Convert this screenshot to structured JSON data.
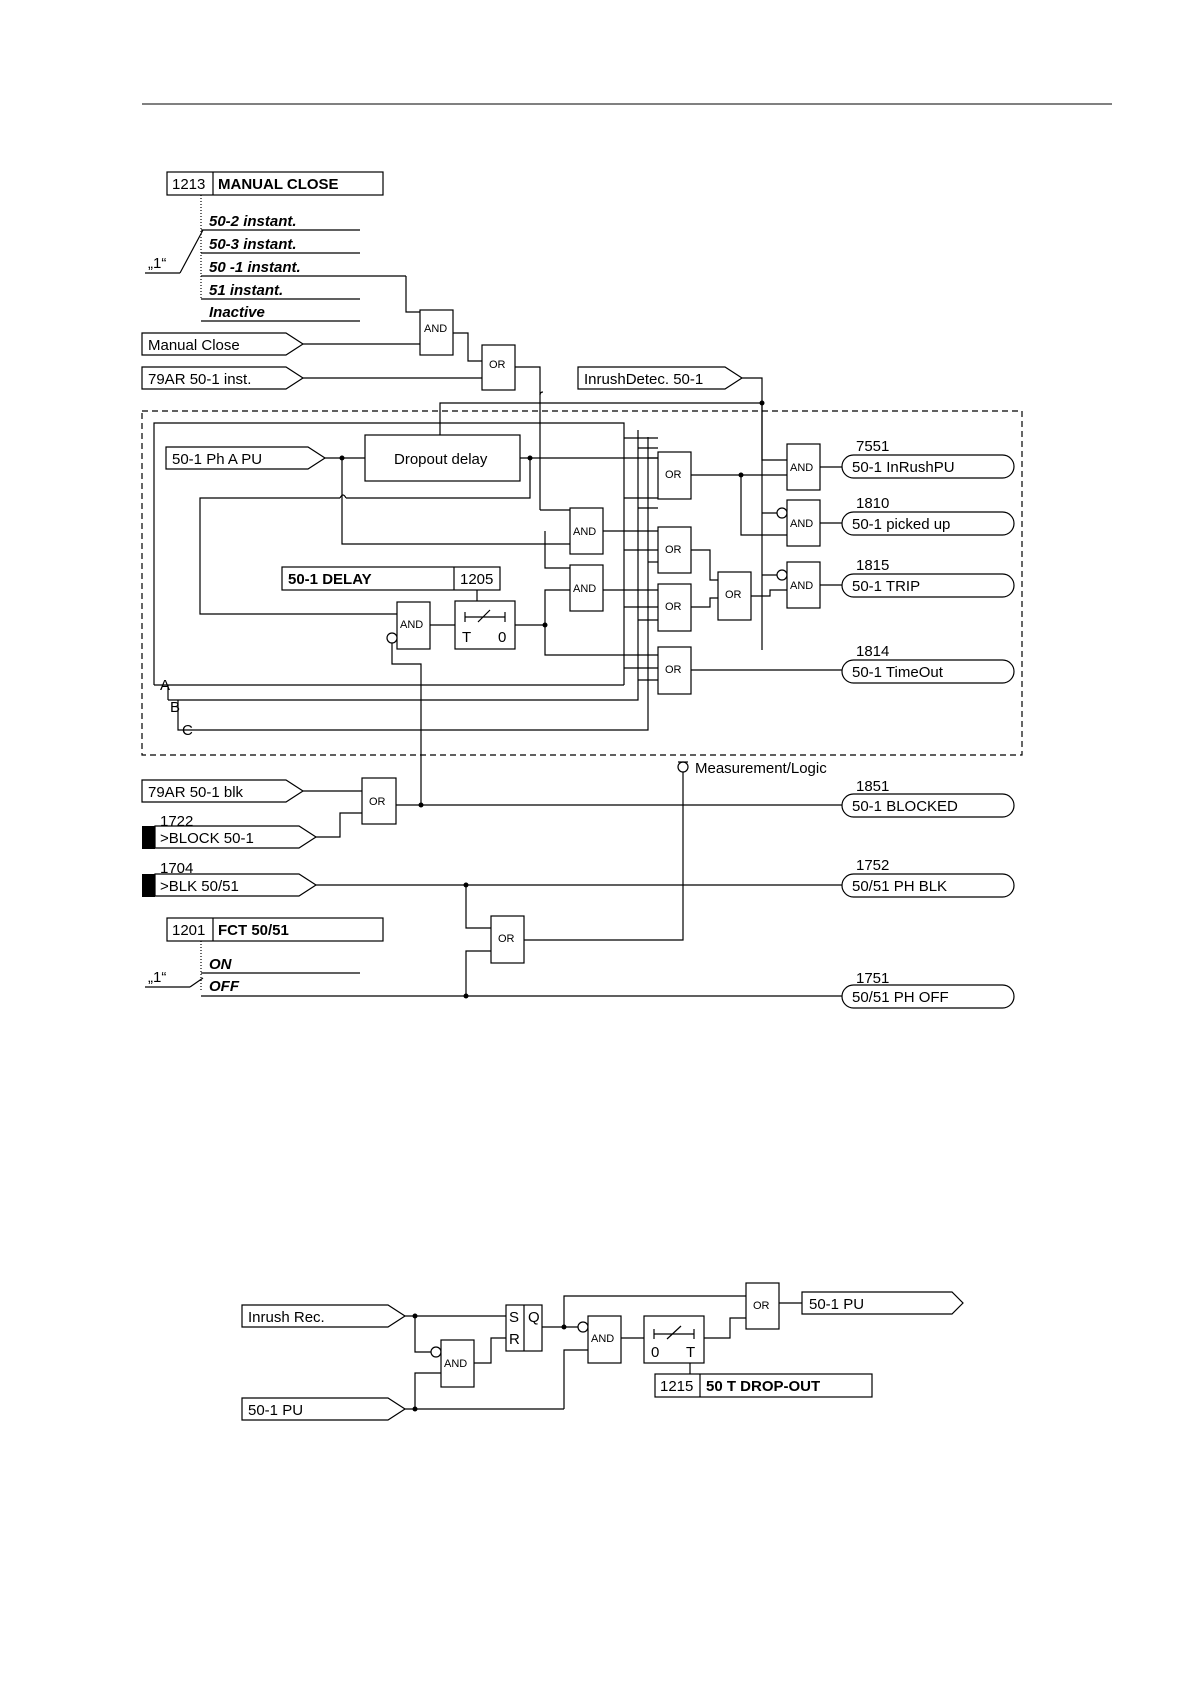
{
  "fig1": {
    "manual_close": {
      "addr": "1213",
      "name": "MANUAL CLOSE"
    },
    "mc_one": "„1“",
    "mc_options": [
      "50-2 instant.",
      "50-3 instant.",
      "50 -1 instant.",
      "51 instant.",
      "Inactive"
    ],
    "inputs": {
      "manual_close": "Manual Close",
      "ar_inst": "79AR 50-1 inst.",
      "inrush_detect": "InrushDetec. 50-1",
      "ph_a_pu": "50-1 Ph A PU",
      "ar_blk": "79AR 50-1 blk",
      "block_addr": "1722",
      "block": ">BLOCK 50-1",
      "blk5051_addr": "1704",
      "blk5051": ">BLK 50/51"
    },
    "dropout": "Dropout delay",
    "delay": {
      "name": "50-1 DELAY",
      "addr": "1205"
    },
    "timer": {
      "t": "T",
      "zero": "0"
    },
    "phases": [
      "A",
      "B",
      "C"
    ],
    "fct": {
      "addr": "1201",
      "name": "FCT 50/51"
    },
    "fct_one": "„1“",
    "fct_options": [
      "ON",
      "OFF"
    ],
    "measurement": "Measurement/Logic",
    "outputs": [
      {
        "addr": "7551",
        "name": "50-1 InRushPU"
      },
      {
        "addr": "1810",
        "name": "50-1 picked up"
      },
      {
        "addr": "1815",
        "name": "50-1 TRIP"
      },
      {
        "addr": "1814",
        "name": "50-1 TimeOut"
      },
      {
        "addr": "1851",
        "name": "50-1 BLOCKED"
      },
      {
        "addr": "1752",
        "name": "50/51 PH BLK"
      },
      {
        "addr": "1751",
        "name": "50/51 PH OFF"
      }
    ],
    "gates": {
      "and": "AND",
      "or": "OR"
    }
  },
  "fig2": {
    "inputs": {
      "inrush": "Inrush Rec.",
      "pu": "50-1 PU"
    },
    "ff": {
      "s": "S",
      "r": "R",
      "q": "Q"
    },
    "timer": {
      "zero": "0",
      "t": "T"
    },
    "dropout": {
      "addr": "1215",
      "name": "50 T DROP-OUT"
    },
    "output": "50-1 PU"
  }
}
